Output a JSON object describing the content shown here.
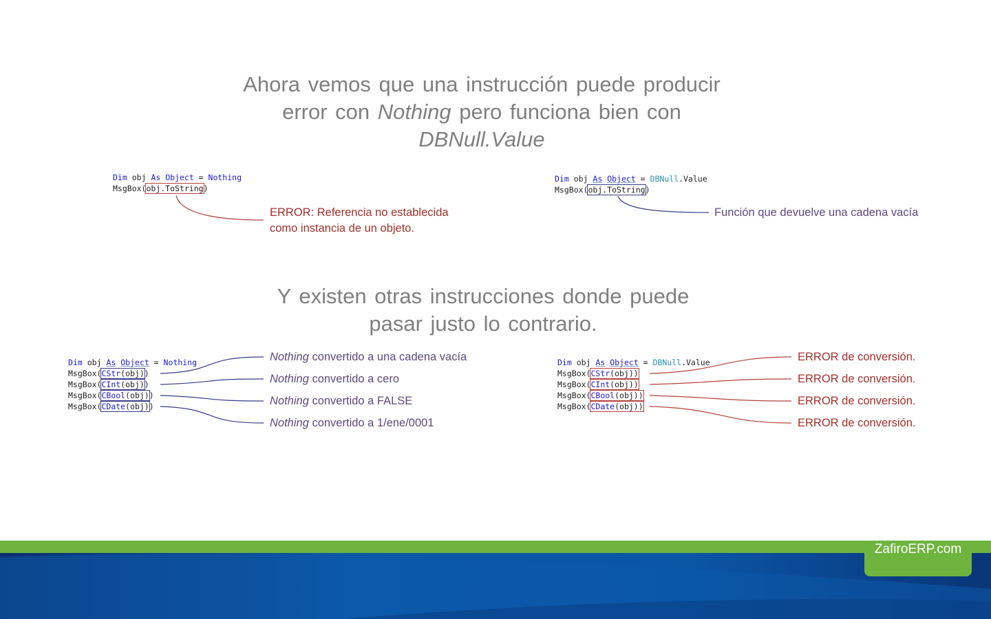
{
  "title": {
    "part1": "Ahora vemos que una instrucción puede producir error con ",
    "italic1": "Nothing",
    "part2": " pero funciona bien con ",
    "italic2": "DBNull.Value"
  },
  "subtitle": "Y existen otras instrucciones donde puede pasar justo lo contrario.",
  "example1": {
    "code_keyword_dim": "Dim",
    "code_var": " obj ",
    "code_keyword_as": "As",
    "code_type": "Object",
    "code_eq": " = ",
    "code_value": "Nothing",
    "code_call": "MsgBox(",
    "code_expr": "obj.ToString",
    "code_close": ")",
    "note": "ERROR: Referencia no establecida como instancia de un objeto."
  },
  "example2": {
    "code_keyword_dim": "Dim",
    "code_var": " obj ",
    "code_keyword_as": "As",
    "code_type": "Object",
    "code_eq": " = ",
    "code_value_type": "DBNull",
    "code_value_member": ".Value",
    "code_call": "MsgBox(",
    "code_expr": "obj.ToString",
    "code_close": ")",
    "note": "Función que devuelve una cadena vacía"
  },
  "example3": {
    "decl_value": "Nothing",
    "calls": [
      "CStr(obj))",
      "CInt(obj))",
      "CBool(obj))",
      "CDate(obj))"
    ],
    "call_prefix": "MsgBox(",
    "notes_italic": "Nothing",
    "notes": [
      " convertido a una cadena vacía",
      " convertido a cero",
      " convertido a FALSE",
      " convertido a 1/ene/0001"
    ]
  },
  "example4": {
    "decl_value_type": "DBNull",
    "decl_value_member": ".Value",
    "calls": [
      "CStr(obj))",
      "CInt(obj))",
      "CBool(obj))",
      "CDate(obj))"
    ],
    "call_prefix": "MsgBox(",
    "notes": [
      "ERROR de conversión.",
      "ERROR de conversión.",
      "ERROR de conversión.",
      "ERROR de conversión."
    ]
  },
  "footer": {
    "brand": "ZafiroERP.com"
  },
  "colors": {
    "heading": "#7f7f7f",
    "error_red": "#a3302a",
    "note_purple": "#5f497a",
    "keyword_blue": "#1a1ad6",
    "type_teal": "#2b91af",
    "footer_green": "#6fb43f",
    "footer_blue": "#0a4f9c"
  }
}
